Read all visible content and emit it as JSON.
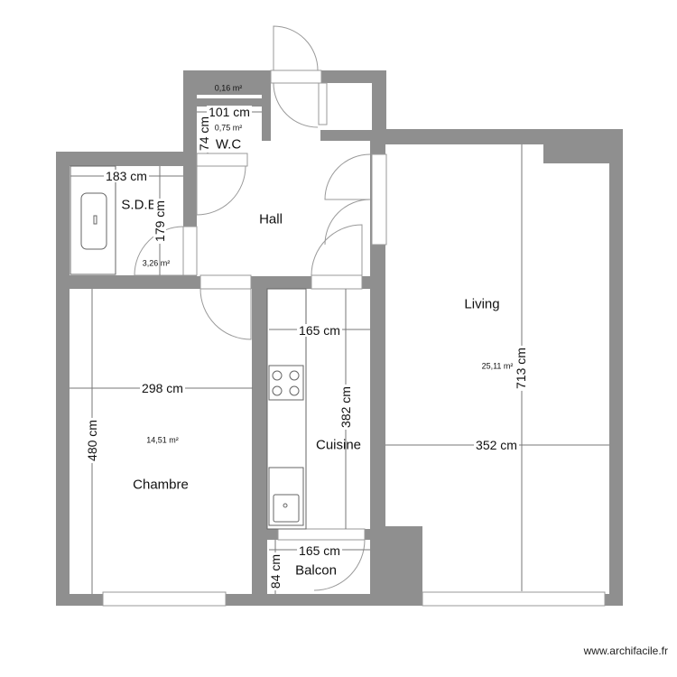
{
  "plan": {
    "rooms": {
      "living": "Living",
      "hall": "Hall",
      "chambre": "Chambre",
      "cuisine": "Cuisine",
      "balcon": "Balcon",
      "wc": "W.C",
      "sdb": "S.D.B"
    },
    "dimensions": {
      "wc_width": "101 cm",
      "wc_height": "74 cm",
      "sdb_width": "183 cm",
      "sdb_height": "179 cm",
      "cuisine_width": "165 cm",
      "cuisine_height": "382 cm",
      "chambre_width": "298 cm",
      "chambre_height": "480 cm",
      "living_width": "352 cm",
      "living_height": "713 cm",
      "balcon_width": "165 cm",
      "balcon_height": "84 cm"
    },
    "areas": {
      "small": "0,16 m²",
      "wc": "0,75 m²",
      "sdb": "3,26 m²",
      "chambre": "14,51 m²",
      "living": "25,11 m²"
    }
  },
  "watermark": "www.archifacile.fr"
}
